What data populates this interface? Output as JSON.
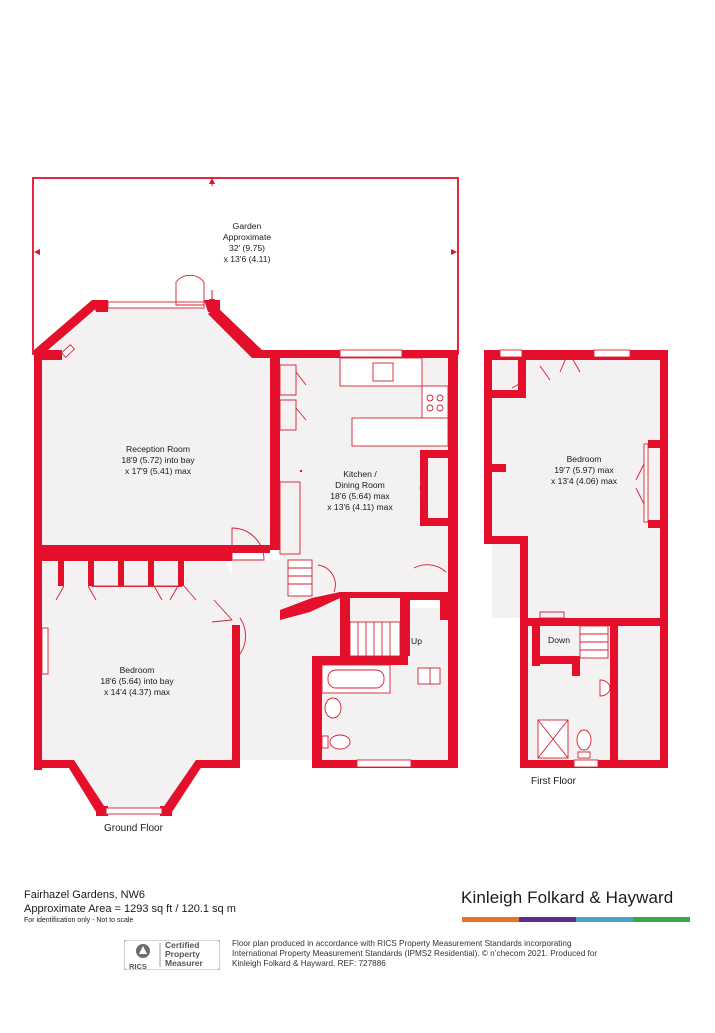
{
  "colors": {
    "wall": "#e30f2b",
    "floor": "#f3f1f1",
    "brand_bar": [
      "#e8722a",
      "#5b2d8e",
      "#4aa6c4",
      "#3aa64a"
    ]
  },
  "rooms": {
    "garden": [
      "Garden",
      "Approximate",
      "32' (9.75)",
      "x 13'6 (4.11)"
    ],
    "reception": [
      "Reception Room",
      "18'9 (5.72) into bay",
      "x 17'9 (5.41) max"
    ],
    "kitchen": [
      "Kitchen /",
      "Dining Room",
      "18'6 (5.64) max",
      "x 13'6 (4.11) max"
    ],
    "bedroom_ground": [
      "Bedroom",
      "18'6 (5.64) into bay",
      "x 14'4 (4.37) max"
    ],
    "bedroom_first": [
      "Bedroom",
      "19'7 (5.97) max",
      "x 13'4 (4.06) max"
    ]
  },
  "stair_labels": {
    "up": "Up",
    "down": "Down"
  },
  "floors": {
    "ground": "Ground Floor",
    "first": "First Floor"
  },
  "footer": {
    "address": "Fairhazel Gardens, NW6",
    "area": "Approximate Area = 1293 sq ft / 120.1 sq m",
    "disclaimer": "For identification only - Not to scale",
    "brand": "Kinleigh Folkard & Hayward",
    "rics_badge": "Certified Property Measurer",
    "rics_word": "RICS",
    "legal": "Floor plan produced in accordance with RICS Property Measurement Standards incorporating International Property Measurement Standards (IPMS2 Residential).  © n’checom 2021. Produced for Kinleigh Folkard & Hayward.   REF: 727886"
  }
}
